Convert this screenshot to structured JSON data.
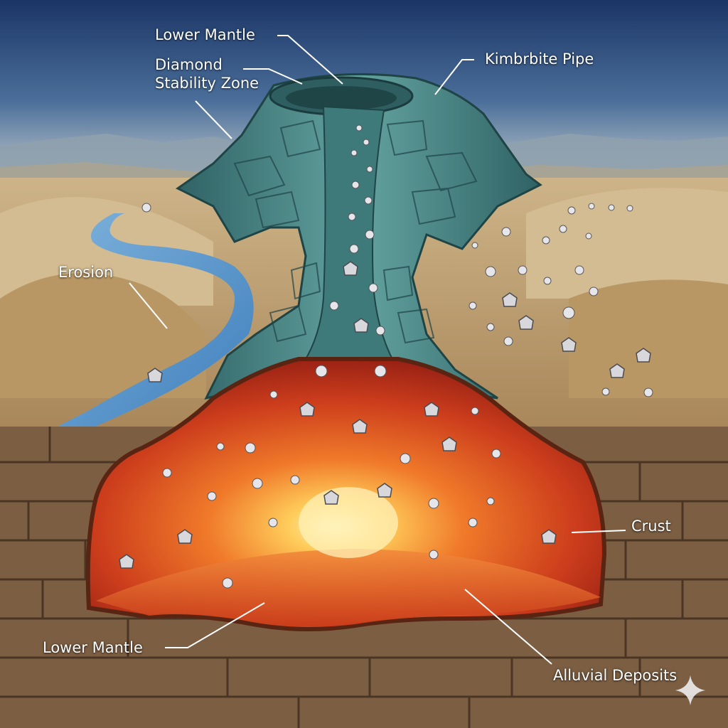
{
  "labels": {
    "lower_mantle_top": "Lower Mantle",
    "diamond_zone_line1": "Diamond",
    "diamond_zone_line2": "Stability Zone",
    "kimberlite_pipe": "Kimbrbite Pipe",
    "erosion": "Erosion",
    "crust": "Crust",
    "lower_mantle_bottom": "Lower Mantle",
    "alluvial_deposits": "Alluvial Deposits"
  },
  "icons": {
    "corner_mark": "sparkle-icon"
  },
  "colors": {
    "sky_top": "#1f3c70",
    "sky_horizon": "#c9cfd0",
    "desert": "#c8ad7c",
    "kimberlite": "#4d8f8e",
    "river": "#5d9bd0",
    "magma_core": "#ffe9a0",
    "magma_edge": "#b5281b",
    "rock": "#8a6a4a"
  }
}
